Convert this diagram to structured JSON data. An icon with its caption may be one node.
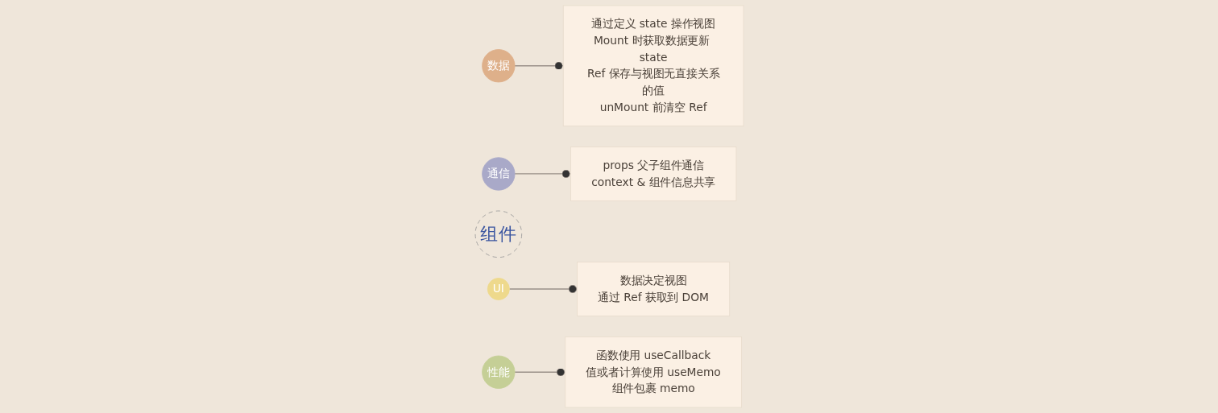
{
  "diagram": {
    "nodes": [
      {
        "text": [
          "通过定义 state 操作视图",
          "Mount 时获取数据更新 state",
          "Ref 保存与视图无直接关系的值",
          "unMount 前清空 Ref"
        ]
      },
      {
        "text": [
          "数据"
        ]
      },
      {
        "text": [
          "通信"
        ]
      },
      {
        "text": [
          "props 父子组件通信",
          "context & 组件信息共享"
        ]
      },
      {
        "text": [
          "组件"
        ]
      },
      {
        "text": [
          "数据决定视图",
          "通过 Ref 获取到 DOM"
        ]
      },
      {
        "text": [
          "UI"
        ]
      },
      {
        "text": [
          "性能"
        ]
      },
      {
        "text": [
          "函数使用 useCallback",
          "值或者计算使用 useMemo",
          "组件包裹 memo"
        ]
      }
    ],
    "edges": [
      {
        "from": 1,
        "to": 0,
        "arrow": "other"
      },
      {
        "from": 2,
        "to": 3,
        "arrow": "other"
      },
      {
        "from": 6,
        "to": 5,
        "arrow": "other"
      },
      {
        "from": 7,
        "to": 8,
        "arrow": "other"
      }
    ]
  }
}
